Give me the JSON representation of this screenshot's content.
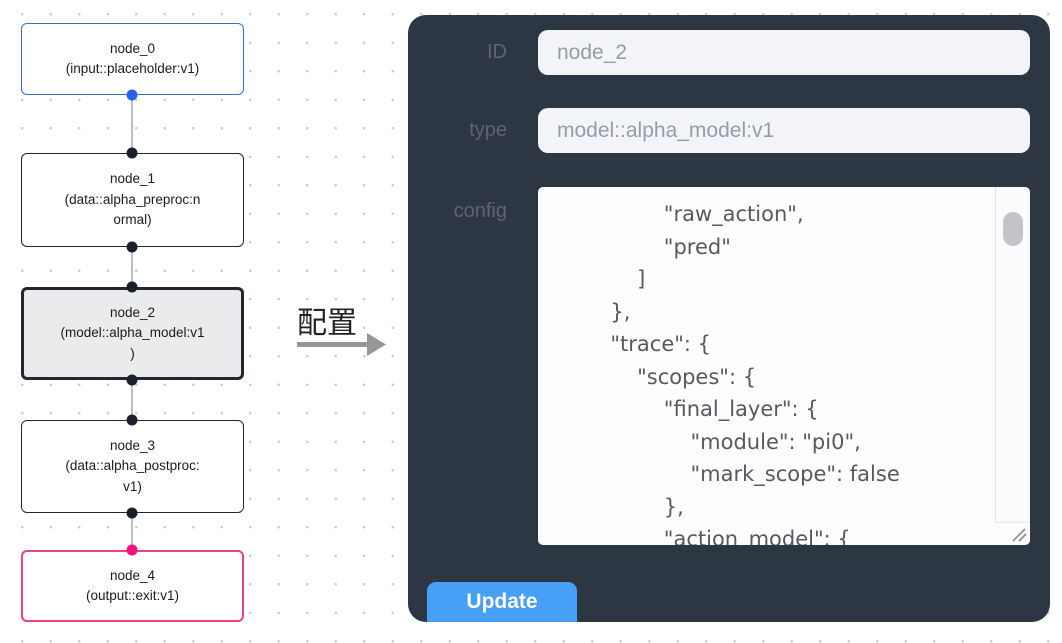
{
  "graph": {
    "nodes": [
      {
        "id": "node_0",
        "title": "node_0",
        "sublines": [
          "(input::placeholder:v1)"
        ],
        "kind": "input",
        "border_color": "#3a6bca"
      },
      {
        "id": "node_1",
        "title": "node_1",
        "sublines": [
          "(data::alpha_preproc:n",
          "ormal)"
        ],
        "kind": "default",
        "border_color": "#23262e"
      },
      {
        "id": "node_2",
        "title": "node_2",
        "sublines": [
          "(model::alpha_model:v1",
          ")"
        ],
        "kind": "selected",
        "border_color": "#23262e"
      },
      {
        "id": "node_3",
        "title": "node_3",
        "sublines": [
          "(data::alpha_postproc:",
          "v1)"
        ],
        "kind": "default",
        "border_color": "#23262e"
      },
      {
        "id": "node_4",
        "title": "node_4",
        "sublines": [
          "(output::exit:v1)"
        ],
        "kind": "output",
        "border_color": "#ee3f87"
      }
    ],
    "port_colors": {
      "output_of_node_0": "#2563eb",
      "default": "#1b1f29",
      "input_of_node_4": "#f1107e"
    }
  },
  "relation": {
    "label": "配置",
    "arrow_color": "#969696"
  },
  "panel": {
    "background": "#2d3643",
    "fields": [
      {
        "label": "ID",
        "value": "node_2"
      },
      {
        "label": "type",
        "value": "model::alpha_model:v1"
      }
    ],
    "config_label": "config",
    "config_text": "                \"raw_action\",\n                \"pred\"\n            ]\n        },\n        \"trace\": {\n            \"scopes\": {\n                \"final_layer\": {\n                    \"module\": \"pi0\",\n                    \"mark_scope\": false\n                },\n                \"action_model\": {",
    "update_label": "Update",
    "update_color": "#45a0f6"
  }
}
